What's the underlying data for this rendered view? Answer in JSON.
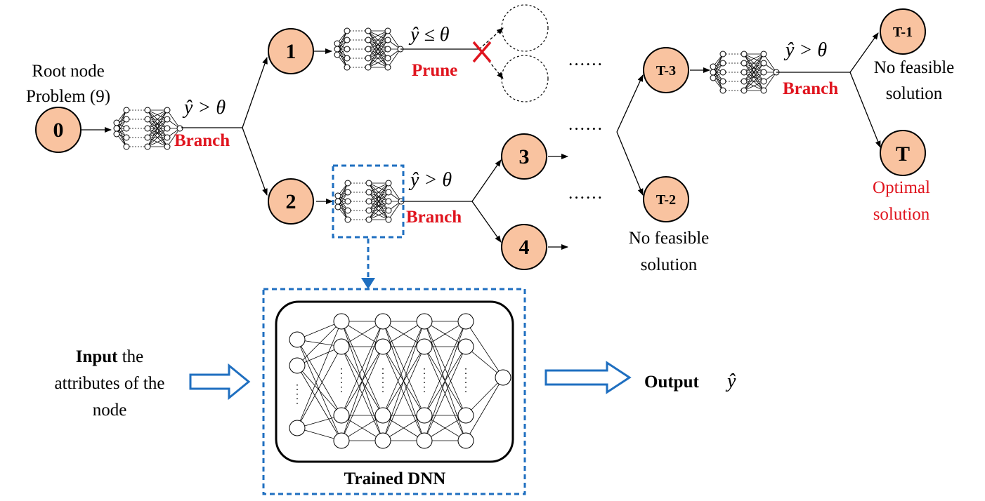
{
  "nodes": {
    "n0": "0",
    "n1": "1",
    "n2": "2",
    "n3": "3",
    "n4": "4",
    "nT3": "T-3",
    "nT2": "T-2",
    "nT1": "T-1",
    "nT": "T"
  },
  "root_label": {
    "line1": "Root node",
    "line2": "Problem (9)"
  },
  "conditions": {
    "greater": "ŷ > θ",
    "less_equal": "ŷ ≤ θ"
  },
  "actions": {
    "branch": "Branch",
    "prune": "Prune"
  },
  "ellipsis": "······",
  "no_feasible": {
    "line1": "No feasible",
    "line2": "solution"
  },
  "optimal": {
    "line1": "Optimal",
    "line2": "solution"
  },
  "input_label": {
    "bold": "Input",
    "rest": " the",
    "line2": "attributes of the",
    "line3": "node"
  },
  "output_label": {
    "bold": "Output",
    "symbol": "ŷ"
  },
  "dnn_title": "Trained DNN",
  "colors": {
    "node_fill": "#F9C3A0",
    "red": "#E0141E",
    "blue": "#1F6FC0"
  },
  "icons": {
    "prune_mark": "red-x-icon",
    "arrow": "hollow-arrow-icon"
  }
}
